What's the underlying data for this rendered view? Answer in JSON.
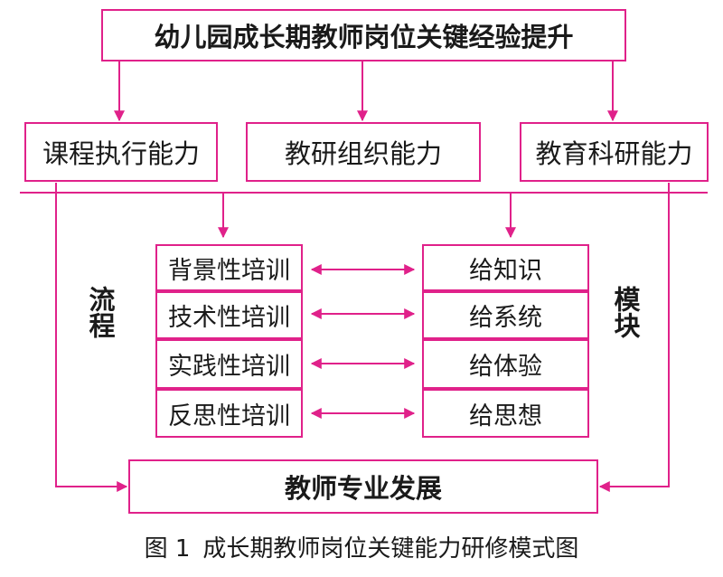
{
  "colors": {
    "accent": "#e0218a",
    "text": "#1a1a1a"
  },
  "top": {
    "title": "幼儿园成长期教师岗位关键经验提升"
  },
  "abilities": [
    "课程执行能力",
    "教研组织能力",
    "教育科研能力"
  ],
  "left_label": "流程",
  "right_label": "模块",
  "trainings": [
    "背景性培训",
    "技术性培训",
    "实践性培训",
    "反思性培训"
  ],
  "modules": [
    "给知识",
    "给系统",
    "给体验",
    "给思想"
  ],
  "bottom": {
    "title": "教师专业发展"
  },
  "caption": {
    "number": "图 1",
    "text": "成长期教师岗位关键能力研修模式图"
  }
}
